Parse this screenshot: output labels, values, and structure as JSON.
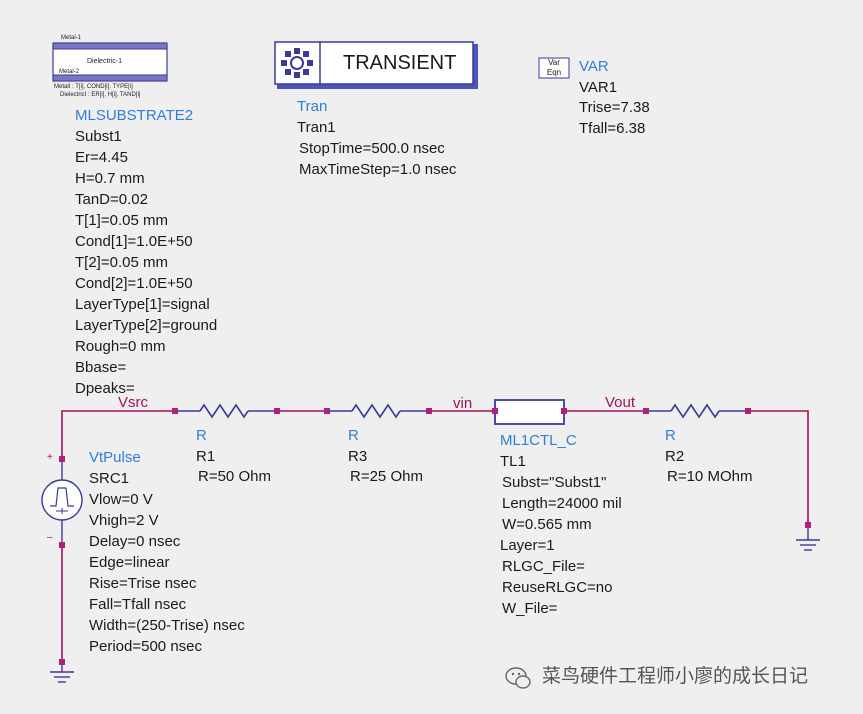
{
  "substrate": {
    "icon": {
      "metal1": "Metal-1",
      "dielectric1": "Dielectric-1",
      "metal2": "Metal-2",
      "legend_metal": "MetalI :      T[i], COND[i], TYPE[i]",
      "legend_dielectric": "DielectricI : ER[i], H[i], TAND[i]"
    },
    "component": "MLSUBSTRATE2",
    "name": "Subst1",
    "params": [
      "Er=4.45",
      "H=0.7 mm",
      "TanD=0.02",
      "T[1]=0.05 mm",
      "Cond[1]=1.0E+50",
      "T[2]=0.05 mm",
      "Cond[2]=1.0E+50",
      "LayerType[1]=signal",
      "LayerType[2]=ground",
      "Rough=0 mm",
      "Bbase=",
      "Dpeaks="
    ]
  },
  "transient": {
    "button_label": "TRANSIENT",
    "component": "Tran",
    "name": "Tran1",
    "params": [
      "StopTime=500.0 nsec",
      "MaxTimeStep=1.0 nsec"
    ]
  },
  "var": {
    "icon_line1": "Var",
    "icon_line2": "Eqn",
    "component": "VAR",
    "name": "VAR1",
    "params": [
      "Trise=7.38",
      "Tfall=6.38"
    ]
  },
  "nets": {
    "vsrc": "Vsrc",
    "vin": "vin",
    "vout": "Vout"
  },
  "r1": {
    "component": "R",
    "name": "R1",
    "params": [
      "R=50 Ohm"
    ]
  },
  "r3": {
    "component": "R",
    "name": "R3",
    "params": [
      "R=25 Ohm"
    ]
  },
  "r2": {
    "component": "R",
    "name": "R2",
    "params": [
      "R=10 MOhm"
    ]
  },
  "tline": {
    "component": "ML1CTL_C",
    "name": "TL1",
    "params": [
      "Subst=\"Subst1\"",
      "Length=24000 mil",
      "W=0.565 mm",
      "Layer=1",
      "RLGC_File=",
      "ReuseRLGC=no",
      "W_File="
    ]
  },
  "source": {
    "plus": "+",
    "minus": "–",
    "component": "VtPulse",
    "name": "SRC1",
    "params": [
      "Vlow=0 V",
      "Vhigh=2 V",
      "Delay=0 nsec",
      "Edge=linear",
      "Rise=Trise nsec",
      "Fall=Tfall nsec",
      "Width=(250-Trise) nsec",
      "Period=500 nsec"
    ]
  },
  "watermark": {
    "text": "菜鸟硬件工程师小廖的成长日记"
  },
  "colors": {
    "wire": "#a0105f",
    "label_blue": "#2f7fd6",
    "component": "#3a3a9a",
    "background": "#efefef"
  }
}
